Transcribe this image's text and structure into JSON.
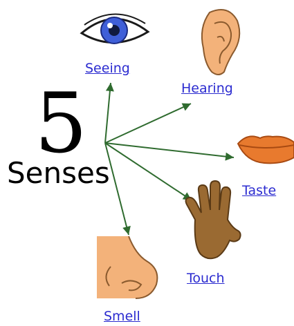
{
  "number": "5",
  "title": "Senses",
  "senses": [
    {
      "label": "Seeing",
      "icon": "eye-icon"
    },
    {
      "label": "Hearing",
      "icon": "ear-icon"
    },
    {
      "label": "Taste",
      "icon": "lips-icon"
    },
    {
      "label": "Touch",
      "icon": "hand-icon"
    },
    {
      "label": "Smell",
      "icon": "nose-icon"
    }
  ],
  "colors": {
    "link": "#2b2bd0",
    "arrow": "#2f6b2f",
    "skin": "#f3b27a",
    "eye_iris": "#3f5fd8",
    "lips": "#e87a2e",
    "hand": "#9a6a32"
  }
}
